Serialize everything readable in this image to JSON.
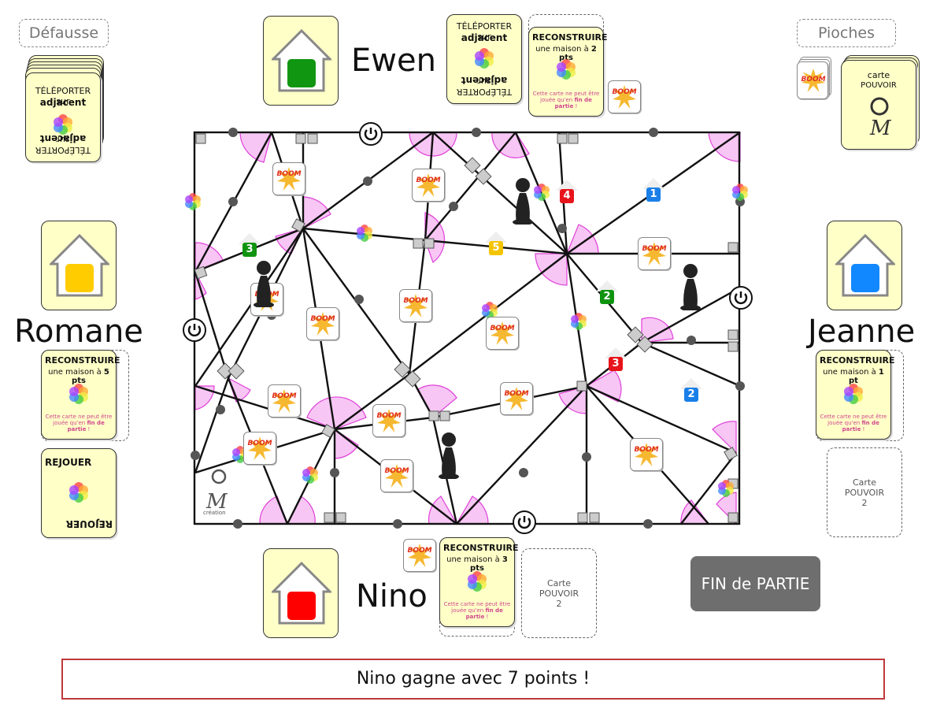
{
  "labels": {
    "discard": "Défausse",
    "draw": "Pioches"
  },
  "players": {
    "top": {
      "name": "Ewen",
      "color": "#119611"
    },
    "left": {
      "name": "Romane",
      "color": "#ffcc00"
    },
    "right": {
      "name": "Jeanne",
      "color": "#1188ff"
    },
    "bottom": {
      "name": "Nino",
      "color": "#ff0000"
    }
  },
  "cards": {
    "discard_teleport": {
      "line1": "TÉLÉPORTER sur",
      "line2": "adjacent"
    },
    "ewen_teleport": {
      "line1": "TÉLÉPORTER sur",
      "line2": "adjacent"
    },
    "ewen_rebuild": {
      "title": "RECONSTRUIRE",
      "sub_pre": "une maison à ",
      "sub_bold": "2 pts",
      "note_pre": "Cette carte ne peut être jouée qu'en ",
      "note_bold": "fin de partie",
      "note_post": " !"
    },
    "pioche_power": {
      "line1": "carte",
      "line2": "POUVOIR"
    },
    "romane_rebuild": {
      "title": "RECONSTRUIRE",
      "sub_pre": "une maison à ",
      "sub_bold": "5 pts",
      "note_pre": "Cette carte ne peut être jouée qu'en ",
      "note_bold": "fin de partie",
      "note_post": " !"
    },
    "romane_replay": {
      "line1": "REJOUER",
      "line2": "REJOUER"
    },
    "jeanne_rebuild": {
      "title": "RECONSTRUIRE",
      "sub_pre": "une maison à ",
      "sub_bold": "1 pt",
      "note_pre": "Cette carte ne peut être jouée qu'en ",
      "note_bold": "fin de partie",
      "note_post": " !"
    },
    "jeanne_empty": {
      "line1": "Carte",
      "line2": "POUVOIR",
      "line3": "2"
    },
    "nino_rebuild": {
      "title": "RECONSTRUIRE",
      "sub_pre": "une maison à ",
      "sub_bold": "3 pts",
      "note_pre": "Cette carte ne peut être jouée qu'en ",
      "note_bold": "fin de partie",
      "note_post": " !"
    },
    "nino_empty": {
      "line1": "Carte",
      "line2": "POUVOIR",
      "line3": "2"
    }
  },
  "boom_text": "BOOM",
  "board": {
    "houses": [
      {
        "num": "4",
        "color": "#e8141b"
      },
      {
        "num": "1",
        "color": "#1a7fe8"
      },
      {
        "num": "3",
        "color": "#109410"
      },
      {
        "num": "5",
        "color": "#f5c400"
      },
      {
        "num": "2",
        "color": "#109410"
      },
      {
        "num": "3",
        "color": "#e8141b"
      },
      {
        "num": "2",
        "color": "#1a7fe8"
      }
    ]
  },
  "logo": {
    "text": "création"
  },
  "end_button": "FIN de PARTIE",
  "status": "Nino gagne avec 7 points !"
}
